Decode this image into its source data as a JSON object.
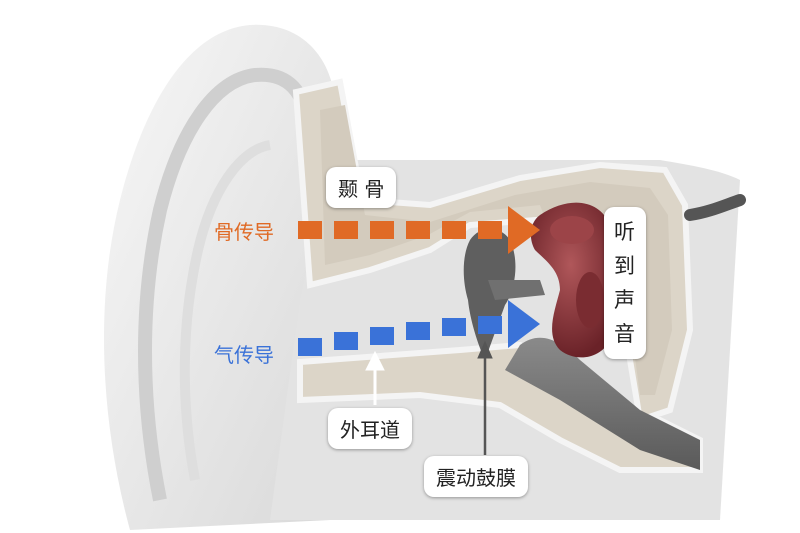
{
  "labels": {
    "temporal_bone": "颞 骨",
    "bone_conduction": "骨传导",
    "air_conduction": "气传导",
    "hear_sound": "听到声音",
    "ear_canal": "外耳道",
    "eardrum": "震动鼓膜"
  },
  "colors": {
    "bone_conduction": "#e06a25",
    "air_conduction": "#3a72d8",
    "bone_tissue": "#d9d2c6",
    "ear_skin": "#ececec",
    "cochlea": "#8b3a3e"
  },
  "icons": [
    "bone-conduction-arrow",
    "air-conduction-arrow",
    "pointer-arrow"
  ]
}
